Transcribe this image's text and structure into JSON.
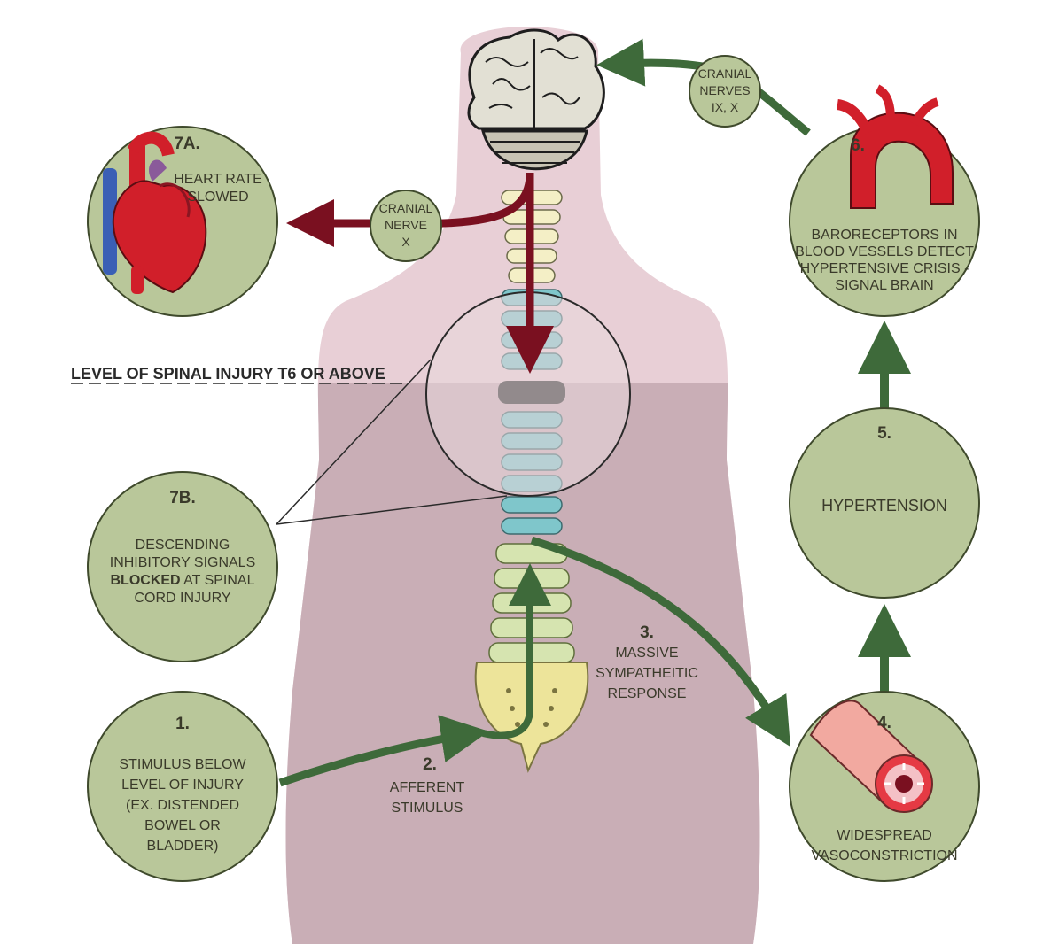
{
  "injury_level": "LEVEL OF SPINAL INJURY T6 OR ABOVE",
  "nodes": {
    "n1": {
      "num": "1.",
      "lines": [
        "STIMULUS BELOW",
        "LEVEL OF INJURY",
        "(EX. DISTENDED",
        "BOWEL OR",
        "BLADDER)"
      ]
    },
    "n2": {
      "num": "2.",
      "lines": [
        "AFFERENT",
        "STIMULUS"
      ]
    },
    "n3": {
      "num": "3.",
      "lines": [
        "MASSIVE",
        "SYMPATHEITIC",
        "RESPONSE"
      ]
    },
    "n4": {
      "num": "4.",
      "lines": [
        "WIDESPREAD",
        "VASOCONSTRICTION"
      ]
    },
    "n5": {
      "num": "5.",
      "lines": [
        "HYPERTENSION"
      ]
    },
    "n6": {
      "num": "6.",
      "lines": [
        "BARORECEPTORS IN",
        "BLOOD VESSELS DETECT",
        "HYPERTENSIVE CRISIS -",
        "SIGNAL BRAIN"
      ]
    },
    "n7a": {
      "num": "7A.",
      "lines": [
        "HEART RATE",
        "SLOWED"
      ]
    },
    "n7b": {
      "num": "7B.",
      "lines": [
        "DESCENDING",
        "INHIBITORY SIGNALS"
      ],
      "blocked_word": "BLOCKED",
      "blocked_rest": " AT SPINAL",
      "last_line": "CORD INJURY"
    }
  },
  "cranial_nerve_x": [
    "CRANIAL",
    "NERVE",
    "X"
  ],
  "cranial_nerves_ix_x": [
    "CRANIAL",
    "NERVES",
    "IX, X"
  ],
  "colors": {
    "node_fill": "#b9c79a",
    "node_stroke": "#3f4a2c",
    "green_arrow": "#3e6a3a",
    "red_arrow": "#7a1020",
    "body_upper": "#e8cfd6",
    "body_lower": "#c9aeb6",
    "cervical": "#f4efc6",
    "thoracic": "#7fc6cb",
    "lumbar": "#d6e4b0",
    "sacrum": "#ede49a"
  }
}
